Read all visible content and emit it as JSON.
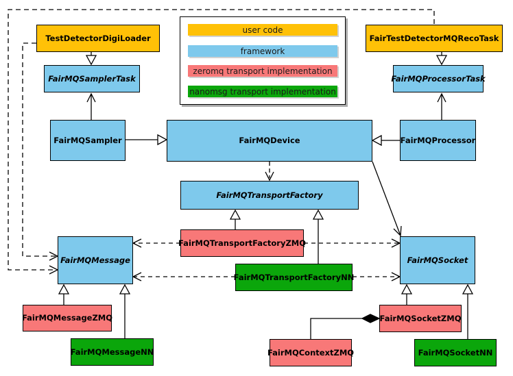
{
  "diagram": {
    "kind": "uml-class-diagram",
    "nodes": {
      "test_detector_digi_loader": {
        "label": "TestDetectorDigiLoader",
        "category": "user code",
        "abstract": false
      },
      "fair_test_detector_mq_reco_task": {
        "label": "FairTestDetectorMQRecoTask",
        "category": "user code",
        "abstract": false
      },
      "fair_mq_sampler_task": {
        "label": "FairMQSamplerTask",
        "category": "framework",
        "abstract": true
      },
      "fair_mq_processor_task": {
        "label": "FairMQProcessorTask",
        "category": "framework",
        "abstract": true
      },
      "fair_mq_sampler": {
        "label": "FairMQSampler",
        "category": "framework",
        "abstract": false
      },
      "fair_mq_device": {
        "label": "FairMQDevice",
        "category": "framework",
        "abstract": false
      },
      "fair_mq_processor": {
        "label": "FairMQProcessor",
        "category": "framework",
        "abstract": false
      },
      "fair_mq_transport_factory": {
        "label": "FairMQTransportFactory",
        "category": "framework",
        "abstract": true
      },
      "fair_mq_transport_factory_zmq": {
        "label": "FairMQTransportFactoryZMQ",
        "category": "zeromq",
        "abstract": false
      },
      "fair_mq_transport_factory_nn": {
        "label": "FairMQTransportFactoryNN",
        "category": "nanomsg",
        "abstract": false
      },
      "fair_mq_message": {
        "label": "FairMQMessage",
        "category": "framework",
        "abstract": true
      },
      "fair_mq_socket": {
        "label": "FairMQSocket",
        "category": "framework",
        "abstract": true
      },
      "fair_mq_message_zmq": {
        "label": "FairMQMessageZMQ",
        "category": "zeromq",
        "abstract": false
      },
      "fair_mq_message_nn": {
        "label": "FairMQMessageNN",
        "category": "nanomsg",
        "abstract": false
      },
      "fair_mq_context_zmq": {
        "label": "FairMQContextZMQ",
        "category": "zeromq",
        "abstract": false
      },
      "fair_mq_socket_zmq": {
        "label": "FairMQSocketZMQ",
        "category": "zeromq",
        "abstract": false
      },
      "fair_mq_socket_nn": {
        "label": "FairMQSocketNN",
        "category": "nanomsg",
        "abstract": false
      }
    },
    "edges": [
      {
        "from": "TestDetectorDigiLoader",
        "to": "FairMQSamplerTask",
        "type": "inheritance"
      },
      {
        "from": "FairTestDetectorMQRecoTask",
        "to": "FairMQProcessorTask",
        "type": "inheritance"
      },
      {
        "from": "FairMQSampler",
        "to": "FairMQSamplerTask",
        "type": "association"
      },
      {
        "from": "FairMQProcessor",
        "to": "FairMQProcessorTask",
        "type": "association"
      },
      {
        "from": "FairMQSampler",
        "to": "FairMQDevice",
        "type": "inheritance"
      },
      {
        "from": "FairMQProcessor",
        "to": "FairMQDevice",
        "type": "inheritance"
      },
      {
        "from": "FairMQDevice",
        "to": "FairMQTransportFactory",
        "type": "dependency"
      },
      {
        "from": "FairMQDevice",
        "to": "FairMQSocket",
        "type": "association"
      },
      {
        "from": "FairMQTransportFactoryZMQ",
        "to": "FairMQTransportFactory",
        "type": "inheritance"
      },
      {
        "from": "FairMQTransportFactoryNN",
        "to": "FairMQTransportFactory",
        "type": "inheritance"
      },
      {
        "from": "FairMQTransportFactoryZMQ",
        "to": "FairMQMessage",
        "type": "dependency"
      },
      {
        "from": "FairMQTransportFactoryZMQ",
        "to": "FairMQSocket",
        "type": "dependency"
      },
      {
        "from": "FairMQTransportFactoryNN",
        "to": "FairMQMessage",
        "type": "dependency"
      },
      {
        "from": "FairMQTransportFactoryNN",
        "to": "FairMQSocket",
        "type": "dependency"
      },
      {
        "from": "TestDetectorDigiLoader",
        "to": "FairMQMessage",
        "type": "dependency"
      },
      {
        "from": "FairTestDetectorMQRecoTask",
        "to": "FairMQMessage",
        "type": "dependency"
      },
      {
        "from": "FairMQMessageZMQ",
        "to": "FairMQMessage",
        "type": "inheritance"
      },
      {
        "from": "FairMQMessageNN",
        "to": "FairMQMessage",
        "type": "inheritance"
      },
      {
        "from": "FairMQSocketZMQ",
        "to": "FairMQSocket",
        "type": "inheritance"
      },
      {
        "from": "FairMQSocketNN",
        "to": "FairMQSocket",
        "type": "inheritance"
      },
      {
        "from": "FairMQContextZMQ",
        "to": "FairMQSocketZMQ",
        "type": "composition"
      }
    ],
    "legend": {
      "items": [
        {
          "label": "user code",
          "color": "#FFC107"
        },
        {
          "label": "framework",
          "color": "#7EC9EC"
        },
        {
          "label": "zeromq transport implementation",
          "color": "#F87878"
        },
        {
          "label": "nanomsg transport implementation",
          "color": "#0BA60B"
        }
      ]
    },
    "colors": {
      "user_code": "#FFC107",
      "framework": "#7EC9EC",
      "zeromq": "#F87878",
      "nanomsg": "#0BA60B",
      "line": "#000000"
    }
  }
}
